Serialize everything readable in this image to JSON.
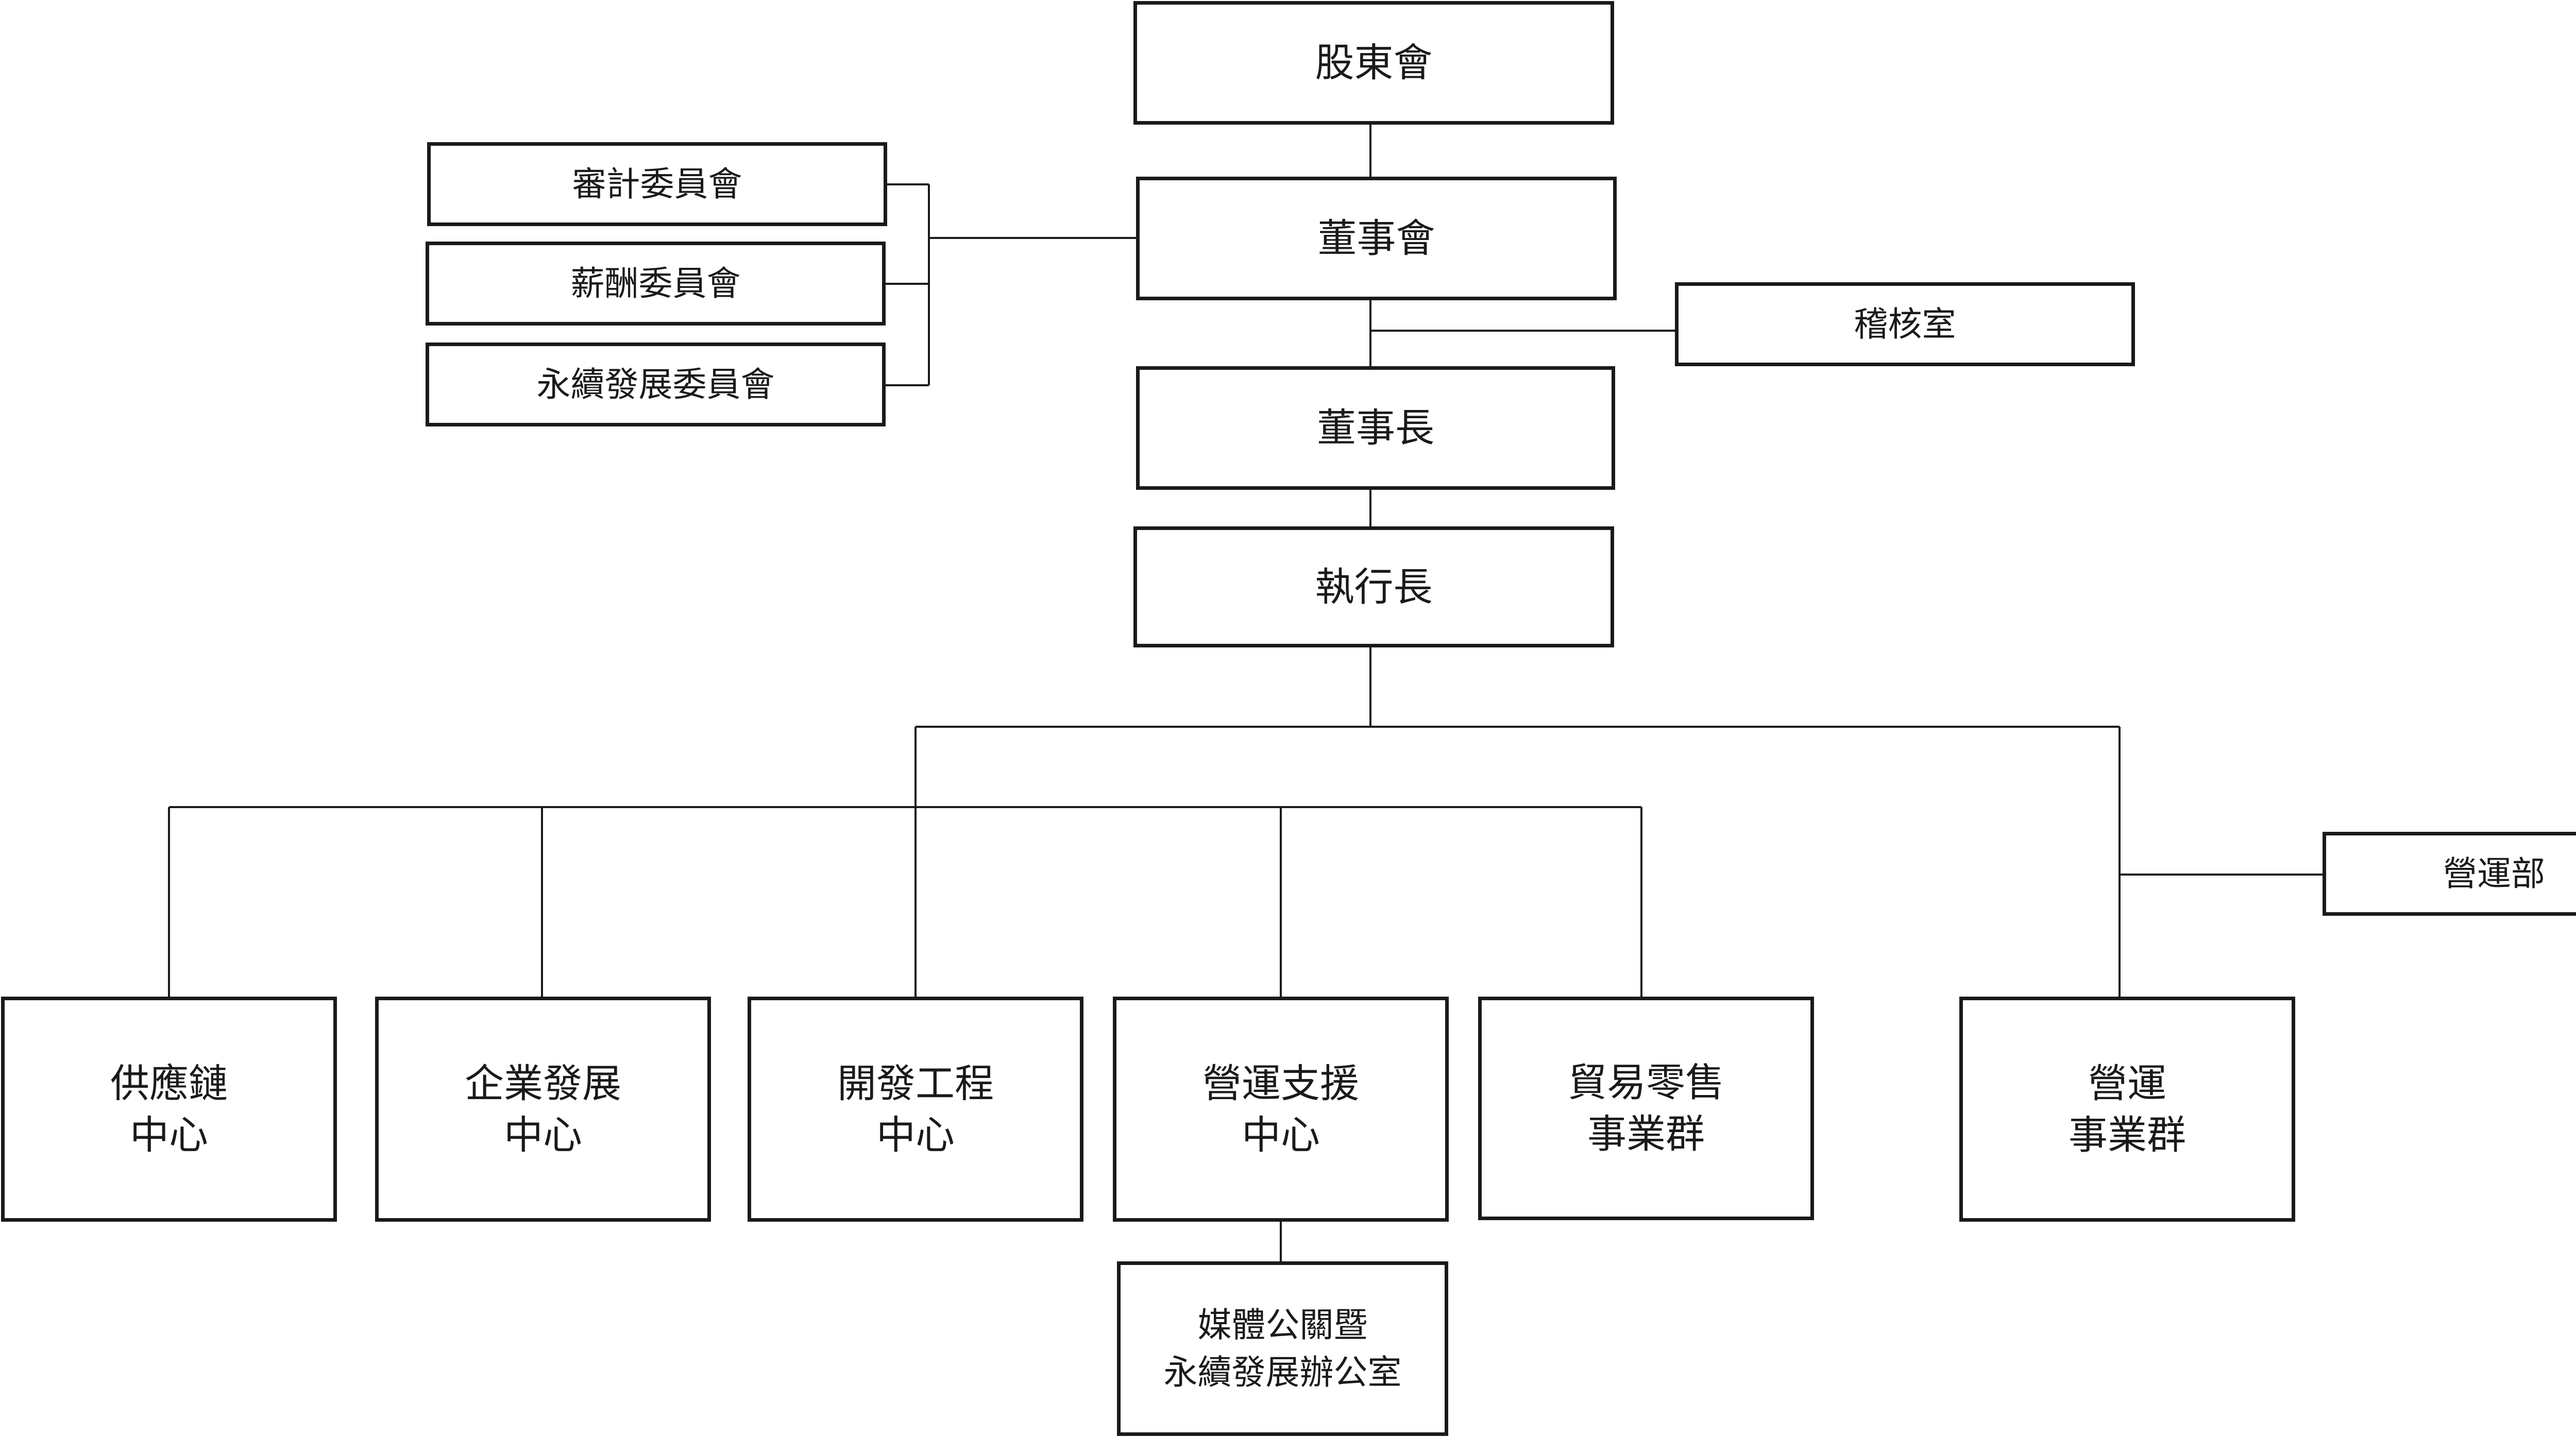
{
  "org_chart": {
    "shareholders": "股東會",
    "board": "董事會",
    "audit_committee": "審計委員會",
    "remuneration_committee": "薪酬委員會",
    "sustainability_committee": "永續發展委員會",
    "audit_office": "稽核室",
    "chairman": "董事長",
    "ceo": "執行長",
    "operations_dept": "營運部",
    "supply_chain": [
      "供應鏈",
      "中心"
    ],
    "corporate_development": [
      "企業發展",
      "中心"
    ],
    "engineering": [
      "開發工程",
      "中心"
    ],
    "operations_support": [
      "營運支援",
      "中心"
    ],
    "trade_retail": [
      "貿易零售",
      "事業群"
    ],
    "operations_group": [
      "營運",
      "事業群"
    ],
    "media_pr": [
      "媒體公關暨",
      "永續發展辦公室"
    ]
  }
}
